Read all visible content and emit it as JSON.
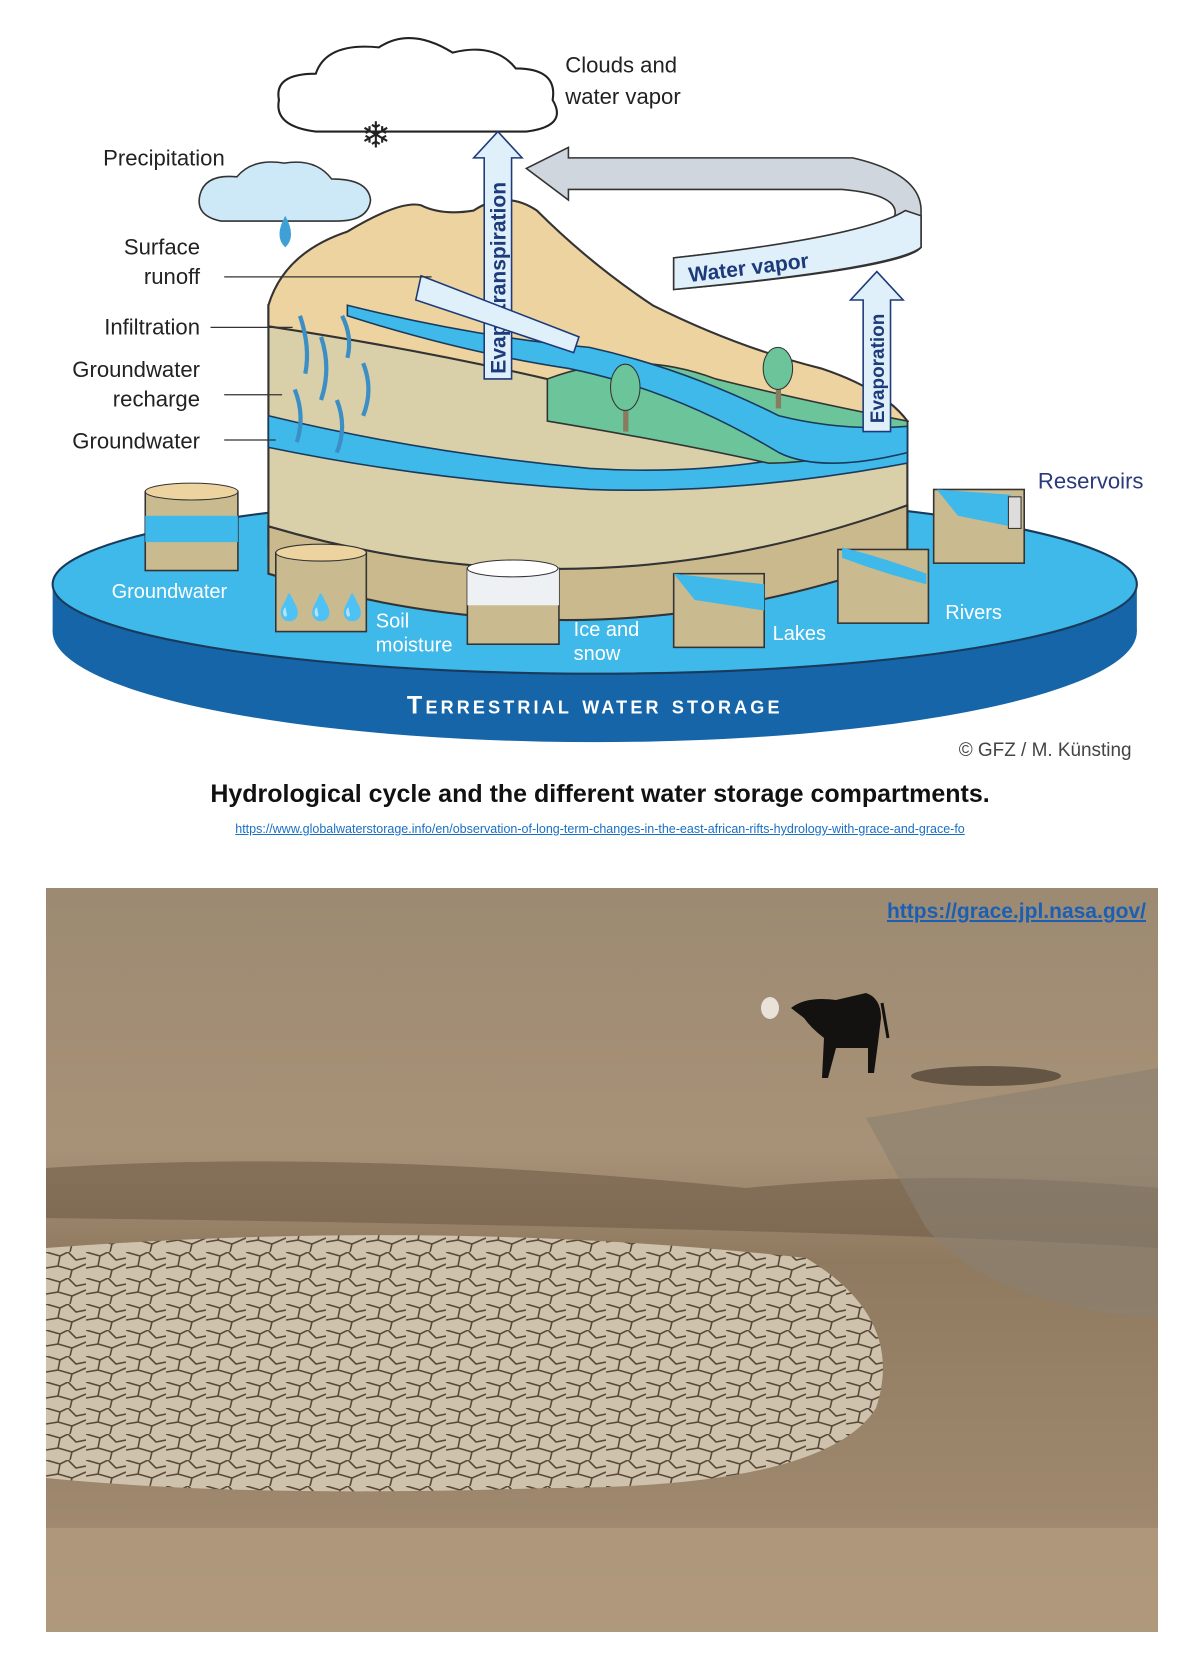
{
  "diagram": {
    "labels": {
      "clouds": [
        "Clouds and",
        "water vapor"
      ],
      "precipitation": "Precipitation",
      "surface_runoff": [
        "Surface",
        "runoff"
      ],
      "infiltration": "Infiltration",
      "groundwater_recharge": [
        "Groundwater",
        "recharge"
      ],
      "groundwater": "Groundwater",
      "evapotranspiration": "Evapotranspiration",
      "water_vapor": "Water vapor",
      "evaporation": "Evaporation",
      "reservoirs": "Reservoirs",
      "storage_groundwater": "Groundwater",
      "soil_moisture": [
        "Soil",
        "moisture"
      ],
      "ice_snow": [
        "Ice and",
        "snow"
      ],
      "lakes": "Lakes",
      "rivers": "Rivers",
      "terrestrial": "Terrestrial water storage"
    },
    "credit": "© GFZ / M. Künsting",
    "colors": {
      "water": "#3fb8ea",
      "deep_blue": "#1565a8",
      "soil": "#ecd3a0",
      "green": "#6cc49a"
    }
  },
  "caption": "Hydrological cycle and the different water storage compartments.",
  "caption_link": "https://www.globalwaterstorage.info/en/observation-of-long-term-changes-in-the-east-african-rifts-hydrology-with-grace-and-grace-fo",
  "photo": {
    "link": "https://grace.jpl.nasa.gov/"
  }
}
